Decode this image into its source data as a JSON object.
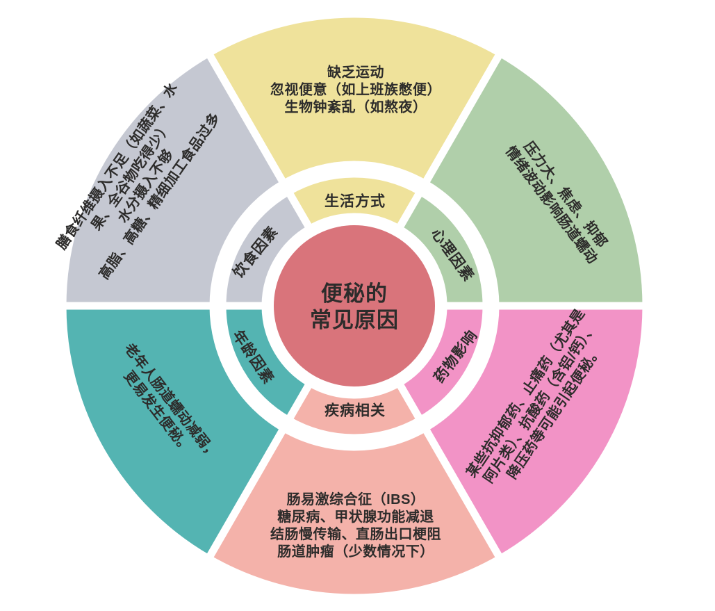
{
  "title": {
    "line1": "便秘的",
    "line2": "常见原因"
  },
  "center": {
    "color": "#d9747b"
  },
  "segments": [
    {
      "id": "lifestyle",
      "category": "生活方式",
      "color": "#efe29b",
      "details": [
        "缺乏运动",
        "忽视便意（如上班族憋便）",
        "生物钟紊乱（如熬夜）"
      ]
    },
    {
      "id": "psychological",
      "category": "心理因素",
      "color": "#b0cfaa",
      "details": [
        "压力大、焦虑、抑郁",
        "情绪波动影响肠道蠕动"
      ]
    },
    {
      "id": "medication",
      "category": "药物影响",
      "color": "#f293c6",
      "details": [
        "某些抗抑郁药、止痛药（尤其是",
        "阿片类）、抗酸药（含铝/钙）、",
        "降压药等可能引起便秘。"
      ]
    },
    {
      "id": "disease",
      "category": "疾病相关",
      "color": "#f4b2aa",
      "details": [
        "肠易激综合征（IBS）",
        "糖尿病、甲状腺功能减退",
        "结肠慢传输、直肠出口梗阻",
        "肠道肿瘤（少数情况下）"
      ]
    },
    {
      "id": "age",
      "category": "年龄因素",
      "color": "#54b4b2",
      "details": [
        "老年人肠道蠕动减弱，",
        "更易发生便秘。"
      ]
    },
    {
      "id": "diet",
      "category": "饮食因素",
      "color": "#c5c8d2",
      "details": [
        "膳食纤维摄入不足（如蔬菜、水",
        "果、全谷物吃得少）",
        "水分摄入不够",
        "高脂、高糖、精细加工食品过多"
      ]
    }
  ]
}
